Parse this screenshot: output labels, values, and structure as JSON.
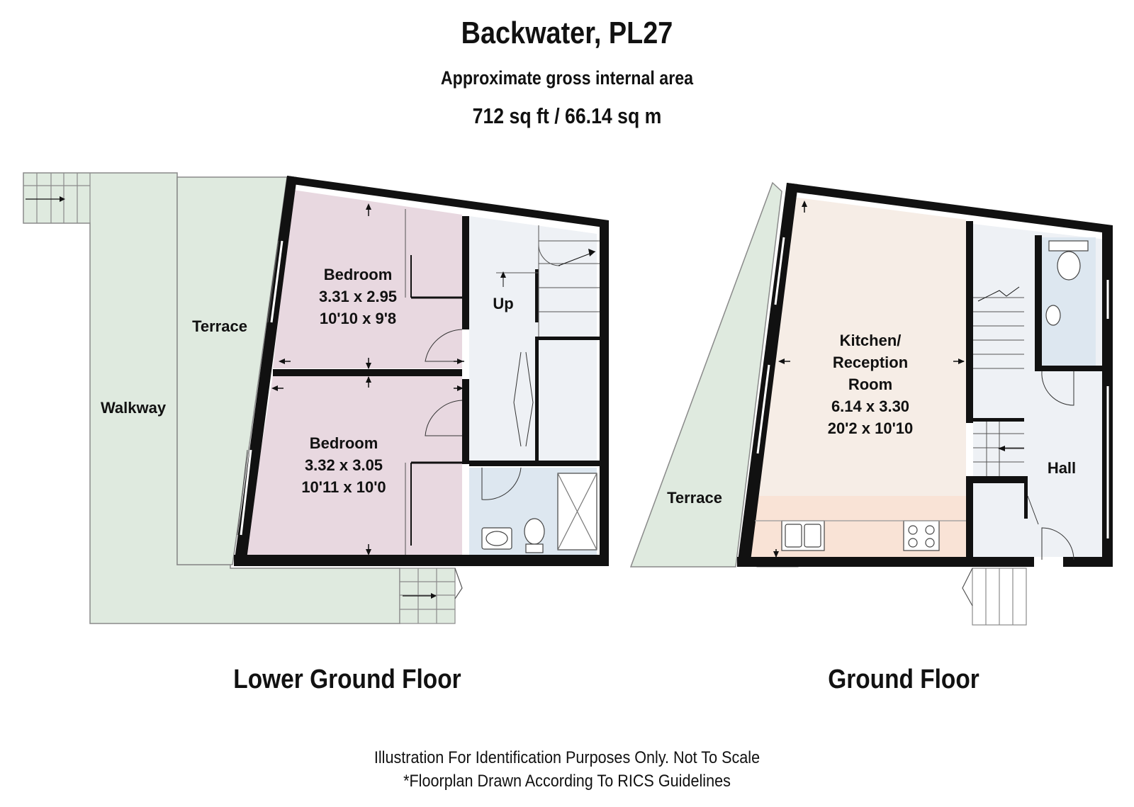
{
  "header": {
    "title": "Backwater, PL27",
    "subtitle": "Approximate gross internal area",
    "area": "712 sq ft  /  66.14 sq m"
  },
  "floors": {
    "lower": {
      "name": "Lower Ground Floor",
      "walkway": "Walkway",
      "terrace": "Terrace",
      "up": "Up",
      "bedroom1": {
        "name": "Bedroom",
        "metric": "3.31 x 2.95",
        "imperial": "10'10 x 9'8"
      },
      "bedroom2": {
        "name": "Bedroom",
        "metric": "3.32 x 3.05",
        "imperial": "10'11 x 10'0"
      }
    },
    "ground": {
      "name": "Ground Floor",
      "terrace": "Terrace",
      "hall": "Hall",
      "kitchen": {
        "line1": "Kitchen/",
        "line2": "Reception",
        "line3": "Room",
        "metric": "6.14 x 3.30",
        "imperial": "20'2 x 10'10"
      }
    }
  },
  "footer": {
    "line1": "Illustration For Identification Purposes Only. Not To Scale",
    "line2": "*Floorplan Drawn According To RICS Guidelines"
  },
  "colors": {
    "outdoor": "#dfeadf",
    "bedroom": "#e8d8e0",
    "kitchen": "#f6ede6",
    "kitchen_counter": "#f9e3d6",
    "bathroom": "#dde7f0",
    "hall": "#eef1f5",
    "wall": "#111111"
  }
}
